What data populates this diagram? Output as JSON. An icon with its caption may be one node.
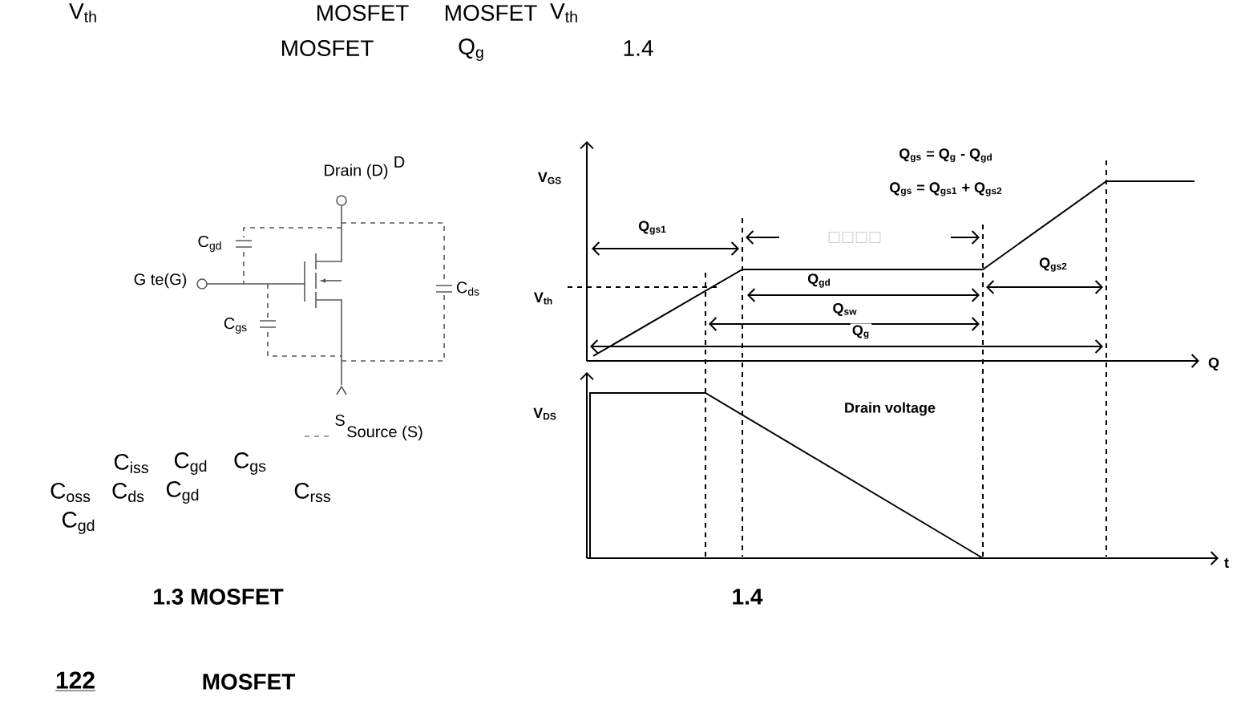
{
  "diagram": {
    "labels": [
      "V$_{th}$",
      "MOSFET",
      "MOSFET",
      "V$_{th}$",
      "MOSFET",
      "Q$_{g}$",
      "1.4",
      "Drain (D)",
      "D",
      "C$_{gd}$",
      "G te(G)",
      "C$_{gs}$",
      "C$_{ds}$",
      "S",
      "Source (S)",
      "C$_{iss}$",
      "C$_{gd}$",
      "C$_{gs}$",
      "C$_{oss}$",
      "C$_{ds}$",
      "C$_{gd}$",
      "C$_{rss}$",
      "C$_{gd}$",
      "Q$_{gs}$ = Q$_{g}$ - Q$_{gd}$",
      "Q$_{gs}$ = Q$_{gs1}$ + Q$_{gs2}$",
      "V$_{GS}$",
      "Q$_{gs1}$",
      "□□□□",
      "V$_{th}$",
      "Q$_{gd}$",
      "Q$_{gs2}$",
      "Q$_{sw}$",
      "Q$_{g}$",
      "Q",
      "V$_{DS}$",
      "Drain voltage",
      "t",
      "1.3 MOSFET",
      "1.4",
      "122",
      "MOSFET"
    ]
  }
}
